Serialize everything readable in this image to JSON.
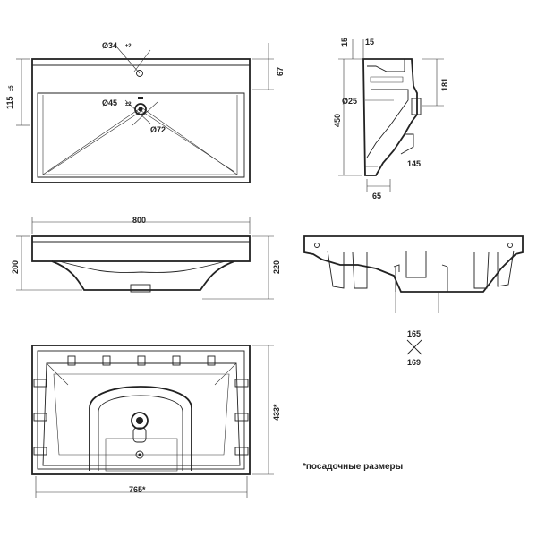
{
  "top_view": {
    "dim_hole_small": "Ø34",
    "dim_hole_small_tol": "±2",
    "dim_hole_large": "Ø45",
    "dim_hole_large_tol": "±2",
    "dim_ring": "Ø72",
    "dim_left": "115",
    "dim_left_tol": "±5",
    "dim_right": "67"
  },
  "side_view": {
    "dim_15a": "15",
    "dim_15b": "15",
    "dim_450": "450",
    "dim_181": "181",
    "dim_25": "Ø25",
    "dim_145": "145",
    "dim_65": "65"
  },
  "front_view": {
    "dim_width": "800",
    "dim_left_height": "200",
    "dim_right_height": "220"
  },
  "detail": {
    "upper": "165",
    "lower": "169"
  },
  "bottom_view": {
    "dim_height": "433*",
    "dim_width": "765*"
  },
  "footnote": "*посадочные размеры"
}
